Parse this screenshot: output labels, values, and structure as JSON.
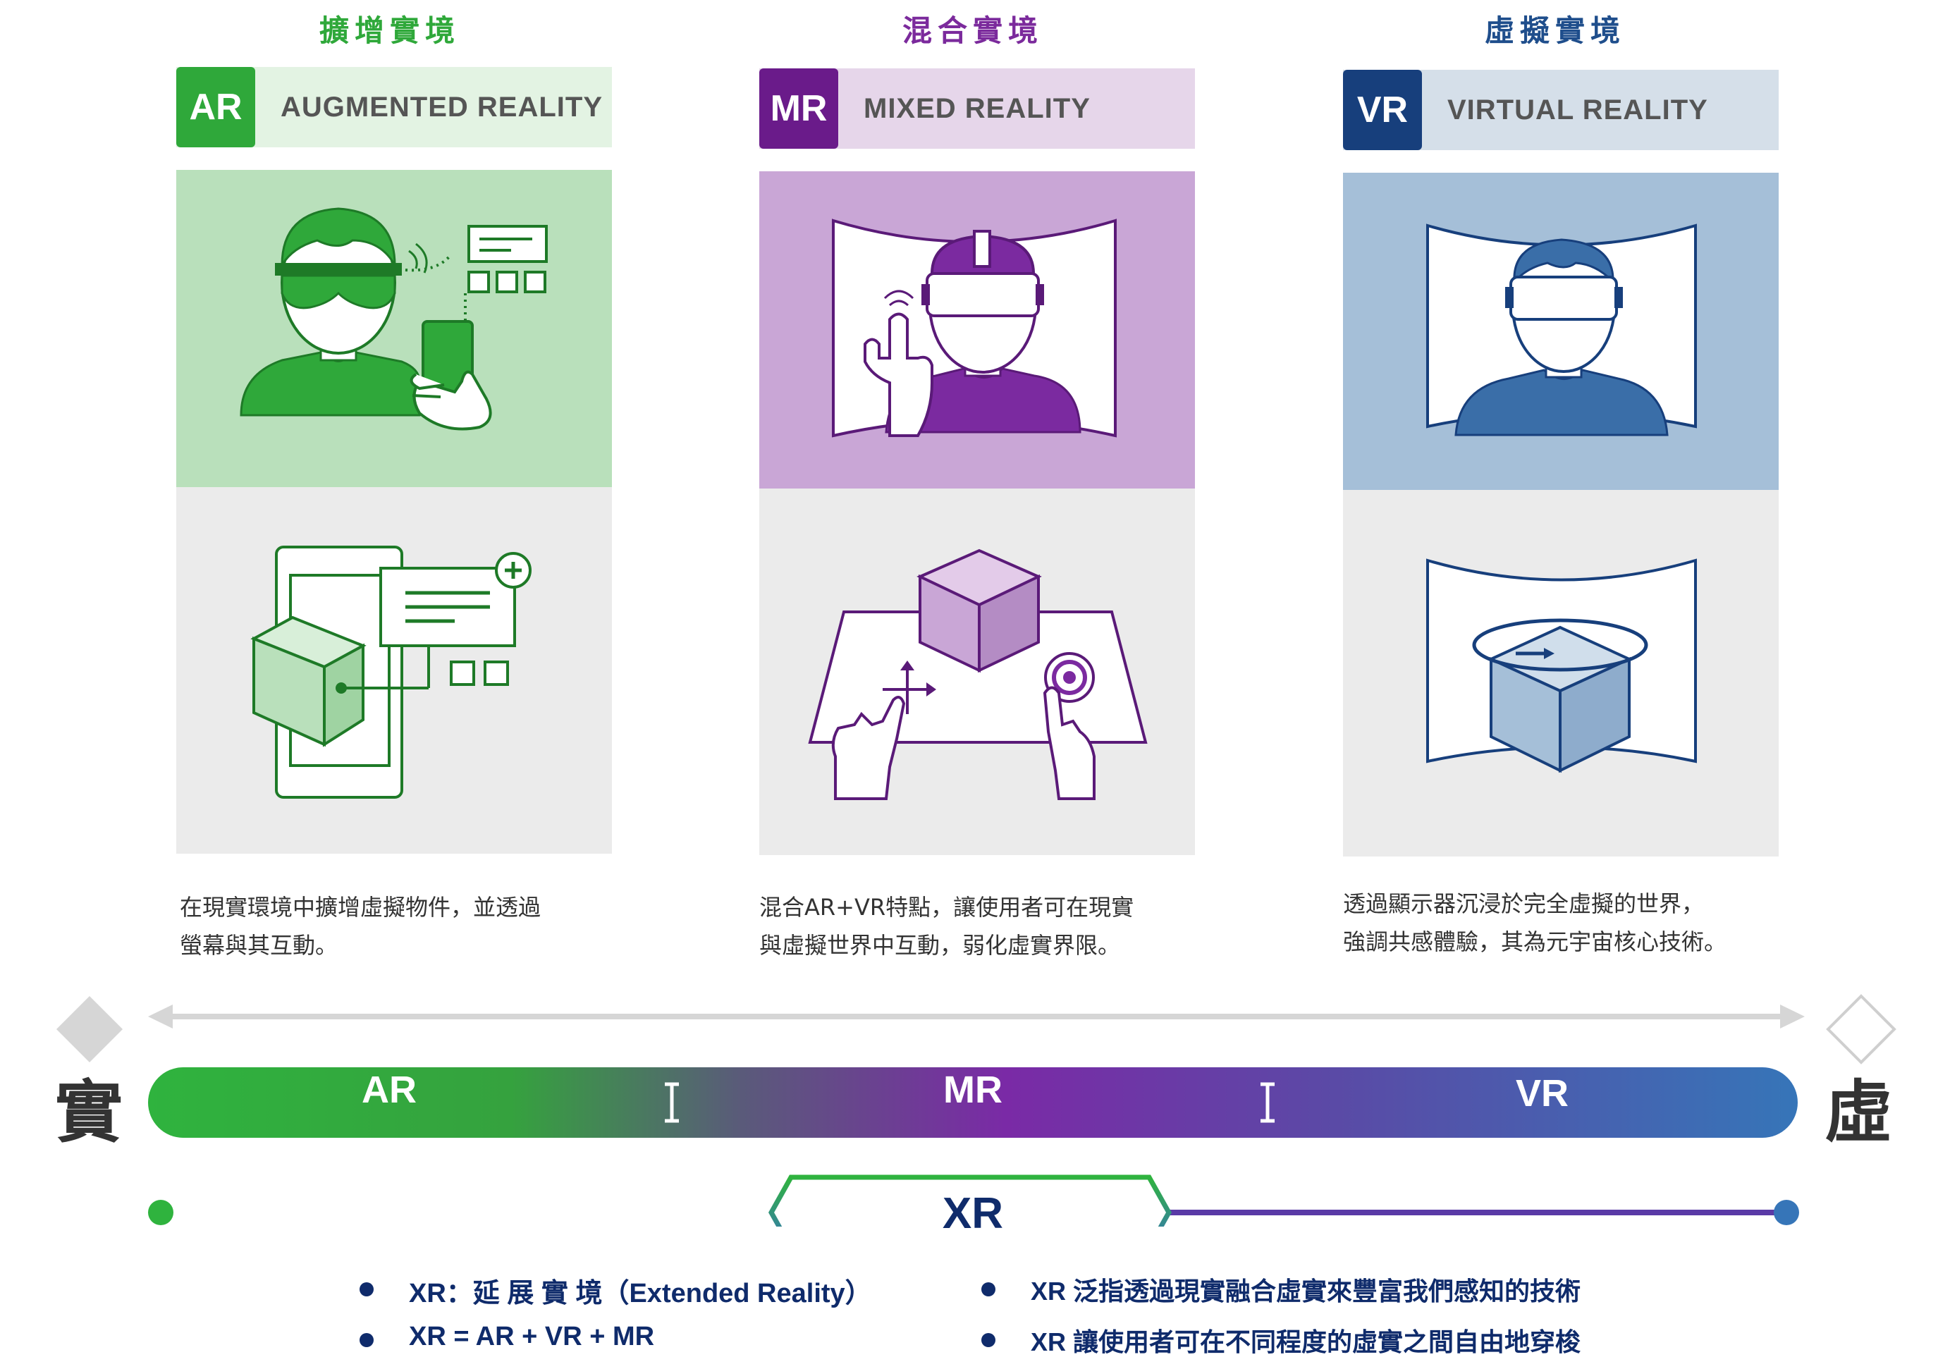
{
  "columns": [
    {
      "key": "ar",
      "title": "擴增實境",
      "badge": "AR",
      "label": "AUGMENTED REALITY",
      "description_line1": "在現實環境中擴增虛擬物件，並透過",
      "description_line2": "螢幕與其互動。"
    },
    {
      "key": "mr",
      "title": "混合實境",
      "badge": "MR",
      "label": "MIXED REALITY",
      "description_line1": "混合AR+VR特點，讓使用者可在現實",
      "description_line2": "與虛擬世界中互動，弱化虛實界限。"
    },
    {
      "key": "vr",
      "title": "虛擬實境",
      "badge": "VR",
      "label": "VIRTUAL REALITY",
      "description_line1": "透過顯示器沉浸於完全虛擬的世界，",
      "description_line2": "強調共感體驗，其為元宇宙核心技術。"
    }
  ],
  "spectrum": {
    "left": "實",
    "right": "虛",
    "ar": "AR",
    "mr": "MR",
    "vr": "VR",
    "xr": "XR"
  },
  "bullets": {
    "left": [
      "XR：延 展 實 境（Extended Reality）",
      "XR = AR + VR + MR"
    ],
    "right": [
      "XR 泛指透過現實融合虛實來豐富我們感知的技術",
      "XR 讓使用者可在不同程度的虛實之間自由地穿梭"
    ]
  },
  "colors": {
    "ar": "#2fa83a",
    "mr": "#6a1b9a",
    "vr": "#1f4e8c",
    "ar_light": "#b9e0bb",
    "mr_light": "#c9a6d6",
    "vr_light": "#a5bfd8",
    "grey": "#ebebeb"
  }
}
